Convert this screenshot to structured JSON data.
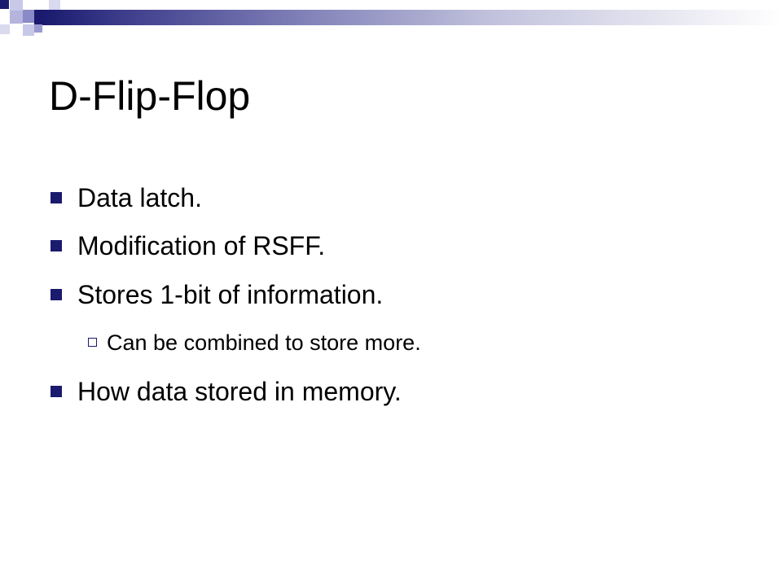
{
  "slide": {
    "title": "D-Flip-Flop",
    "bullets": [
      {
        "level": 1,
        "text": "Data latch."
      },
      {
        "level": 1,
        "text": "Modification of RSFF."
      },
      {
        "level": 1,
        "text": "Stores 1-bit of information."
      },
      {
        "level": 2,
        "text": "Can be combined to store more."
      },
      {
        "level": 1,
        "text": "How data stored in memory."
      }
    ]
  },
  "colors": {
    "accent": "#1a1a6e",
    "background": "#ffffff",
    "text": "#000000"
  },
  "icons": {
    "level1_bullet": "filled-square-bullet-icon",
    "level2_bullet": "hollow-square-bullet-icon"
  }
}
